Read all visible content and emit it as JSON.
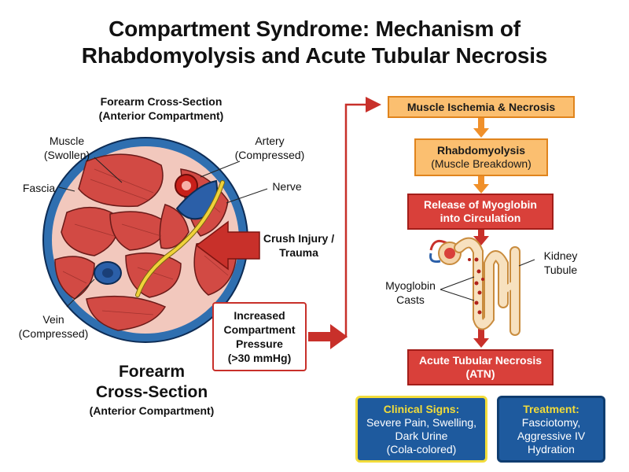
{
  "title": {
    "line1": "Compartment Syndrome: Mechanism of",
    "line2": "Rhabdomyolysis and Acute Tubular Necrosis"
  },
  "cross_section": {
    "header_line1": "Forearm Cross-Section",
    "header_line2": "(Anterior Compartment)",
    "muscle_line1": "Muscle",
    "muscle_line2": "(Swollen)",
    "fascia": "Fascia",
    "artery_line1": "Artery",
    "artery_line2": "(Compressed)",
    "nerve": "Nerve",
    "vein_line1": "Vein",
    "vein_line2": "(Compressed)",
    "crush_line1": "Crush Injury /",
    "crush_line2": "Trauma",
    "footer_line1": "Forearm",
    "footer_line2": "Cross-Section",
    "footer_line3": "(Anterior Compartment)"
  },
  "pressure_box": {
    "line1": "Increased",
    "line2": "Compartment",
    "line3": "Pressure",
    "line4": "(>30 mmHg)"
  },
  "flow": {
    "step1": "Muscle Ischemia & Necrosis",
    "step2_line1": "Rhabdomyolysis",
    "step2_line2": "(Muscle Breakdown)",
    "step3_line1": "Release of Myoglobin",
    "step3_line2": "into Circulation",
    "kidney_line1": "Kidney",
    "kidney_line2": "Tubule",
    "casts_line1": "Myoglobin",
    "casts_line2": "Casts",
    "step4_line1": "Acute Tubular Necrosis",
    "step4_line2": "(ATN)"
  },
  "clinical": {
    "heading": "Clinical Signs:",
    "line1": "Severe Pain, Swelling,",
    "line2": "Dark Urine",
    "line3": "(Cola-colored)"
  },
  "treatment": {
    "heading": "Treatment:",
    "line1": "Fasciotomy,",
    "line2": "Aggressive IV",
    "line3": "Hydration"
  },
  "colors": {
    "muscle": "#d24a44",
    "fascia_ring": "#2f6fb0",
    "artery": "#c8201a",
    "vein": "#2b5fa8",
    "nerve": "#f0d23a",
    "arrow_red": "#c8302a",
    "arrow_orange": "#f0902a",
    "accent_yellow": "#f2dc3a"
  }
}
